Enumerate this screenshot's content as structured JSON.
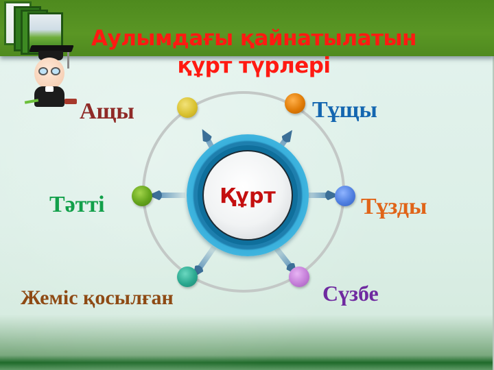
{
  "slide": {
    "title": "Аулымдағы қайнатылатын құрт түрлері",
    "center": {
      "label": "Құрт"
    },
    "branches": [
      {
        "id": "acshy",
        "label": "Ащы",
        "label_color": "#8f2a27",
        "node_color": "#d9c230",
        "icon": "node-dot"
      },
      {
        "id": "tushshy",
        "label": "Тұщы",
        "label_color": "#1466b0",
        "node_color": "#e07b06",
        "icon": "node-dot"
      },
      {
        "id": "tatti",
        "label": "Тәтті",
        "label_color": "#12a04a",
        "node_color": "#64a41c",
        "icon": "node-dot"
      },
      {
        "id": "tuzdy",
        "label": "Тұзды",
        "label_color": "#e06418",
        "node_color": "#4f7fe0",
        "icon": "node-dot"
      },
      {
        "id": "zhemis",
        "label": "Жеміс қосылған",
        "label_color": "#8e4a14",
        "node_color": "#2aa88f",
        "icon": "node-dot"
      },
      {
        "id": "suzbe",
        "label": "Сүзбе",
        "label_color": "#6f2aa0",
        "node_color": "#c47ed8",
        "icon": "node-dot"
      }
    ],
    "colors": {
      "title": "#ff1a12",
      "header_band": "#528e20",
      "background": "#dcefe6",
      "hub_ring": "#39b0dc",
      "hub_label": "#c40f0f",
      "orbit": "#c3c8c6",
      "arrow": "#3c6f97"
    }
  }
}
